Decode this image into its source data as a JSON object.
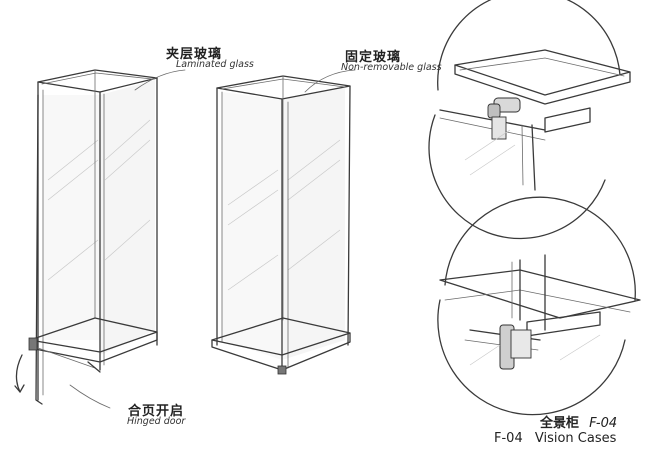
{
  "labels": {
    "laminated_cn": "夹层玻璃",
    "laminated_en": "Laminated glass",
    "nonremovable_cn": "固定玻璃",
    "nonremovable_en": "Non-removable glass",
    "hinged_cn": "合页开启",
    "hinged_en": "Hinged door"
  },
  "caption": {
    "title_cn": "全景柜",
    "code_top": "F-04",
    "code_bottom": "F-04",
    "title_en": "Vision Cases"
  },
  "figures": [
    {
      "name": "showcase-with-hinged-door",
      "parts": [
        "laminated glass",
        "hinged door"
      ]
    },
    {
      "name": "showcase-fixed-glass",
      "parts": [
        "non-removable glass"
      ]
    },
    {
      "name": "hinge-detail-top"
    },
    {
      "name": "hinge-detail-bottom"
    }
  ],
  "colors": {
    "background": "#ffffff",
    "ink": "#3a3a3a",
    "shade": "#ececec"
  },
  "icons": [
    "swing-arrow-icon"
  ]
}
